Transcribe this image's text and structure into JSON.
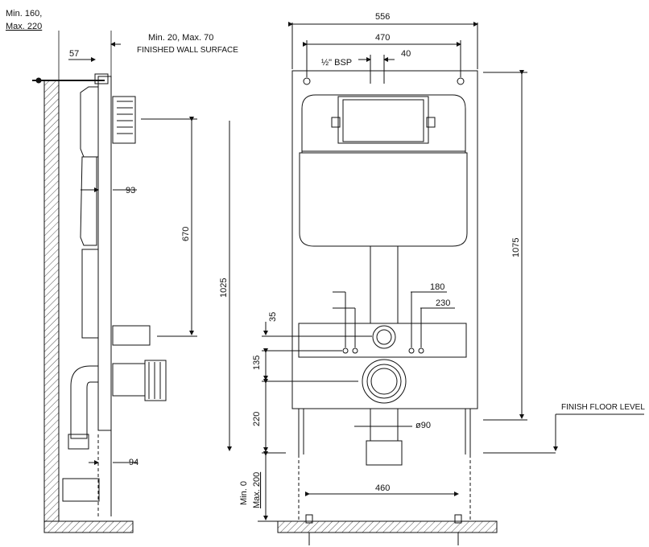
{
  "side_view": {
    "min_max_wall_top": "Min. 160,",
    "min_max_wall_bottom": "Max. 220",
    "offset_57": "57",
    "wall_gap_label": "Min. 20, Max. 70",
    "finished_wall_surface": "FINISHED WALL SURFACE",
    "depth_93": "93",
    "height_670": "670",
    "height_1025": "1025",
    "depth_94": "94"
  },
  "front_view": {
    "width_556": "556",
    "width_470": "470",
    "bsp_label": "½\" BSP",
    "offset_40": "40",
    "height_1075": "1075",
    "dim_180": "180",
    "dim_230": "230",
    "dim_35": "35",
    "dim_135": "135",
    "dim_220": "220",
    "pipe_dia": "ø90",
    "leg_range_top": "Min. 0",
    "leg_range_bottom": "Max. 200",
    "leg_spacing_460": "460",
    "finish_floor_level": "FINISH FLOOR LEVEL"
  },
  "colors": {
    "line": "#111111",
    "hatch": "#555555",
    "background": "#ffffff"
  }
}
